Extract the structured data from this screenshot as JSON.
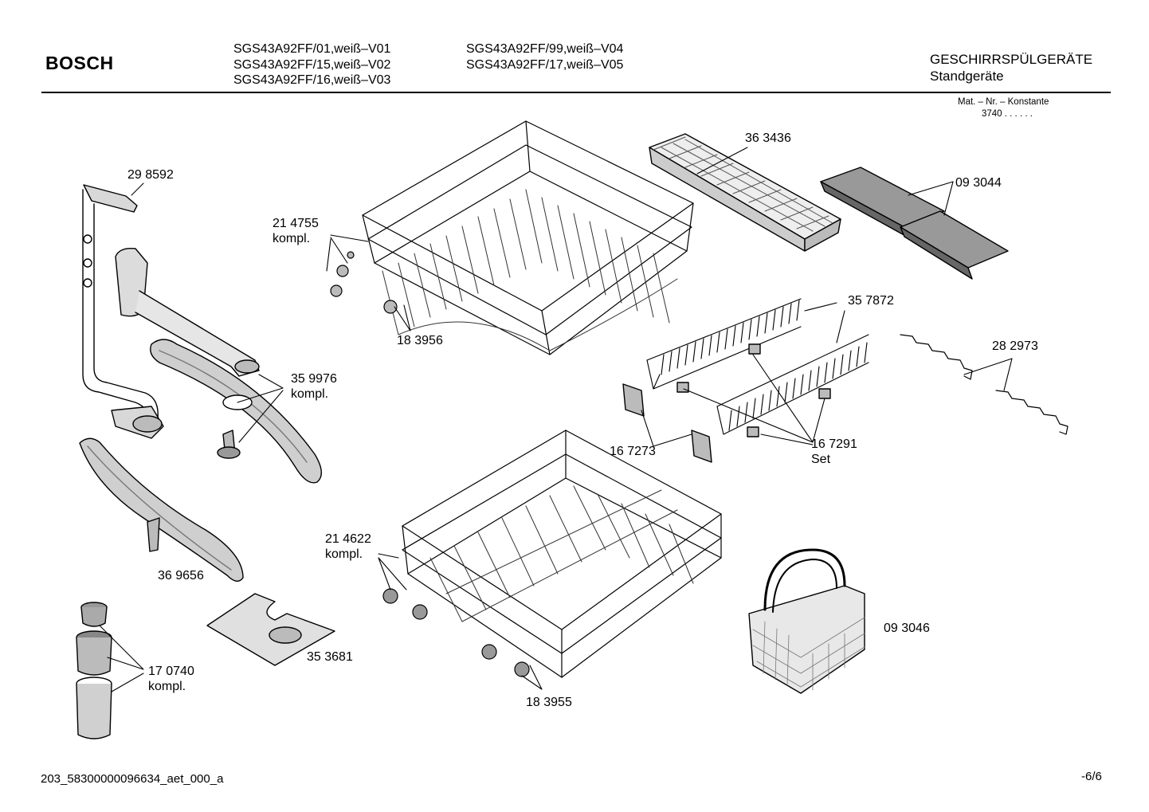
{
  "header": {
    "brand": "BOSCH",
    "models_col1": [
      "SGS43A92FF/01,weiß–V01",
      "SGS43A92FF/15,weiß–V02",
      "SGS43A92FF/16,weiß–V03"
    ],
    "models_col2": [
      "SGS43A92FF/99,weiß–V04",
      "SGS43A92FF/17,weiß–V05"
    ],
    "category": "GESCHIRRSPÜLGERÄTE",
    "subcategory": "Standgeräte",
    "mat_label": "Mat. – Nr. – Konstante",
    "mat_value": "3740  .  .    .  .  .  ."
  },
  "parts": [
    {
      "number": "29 8592",
      "note": ""
    },
    {
      "number": "21 4755",
      "note": "kompl."
    },
    {
      "number": "18 3956",
      "note": ""
    },
    {
      "number": "36 3436",
      "note": ""
    },
    {
      "number": "09 3044",
      "note": ""
    },
    {
      "number": "35 7872",
      "note": ""
    },
    {
      "number": "28 2973",
      "note": ""
    },
    {
      "number": "35 9976",
      "note": "kompl."
    },
    {
      "number": "16 7273",
      "note": ""
    },
    {
      "number": "16 7291",
      "note": "Set"
    },
    {
      "number": "21 4622",
      "note": "kompl."
    },
    {
      "number": "36 9656",
      "note": ""
    },
    {
      "number": "35 3681",
      "note": ""
    },
    {
      "number": "17 0740",
      "note": "kompl."
    },
    {
      "number": "09 3046",
      "note": ""
    },
    {
      "number": "18 3955",
      "note": ""
    }
  ],
  "footer": {
    "doc_id": "203_58300000096634_aet_000_a",
    "page": "-6/6"
  }
}
